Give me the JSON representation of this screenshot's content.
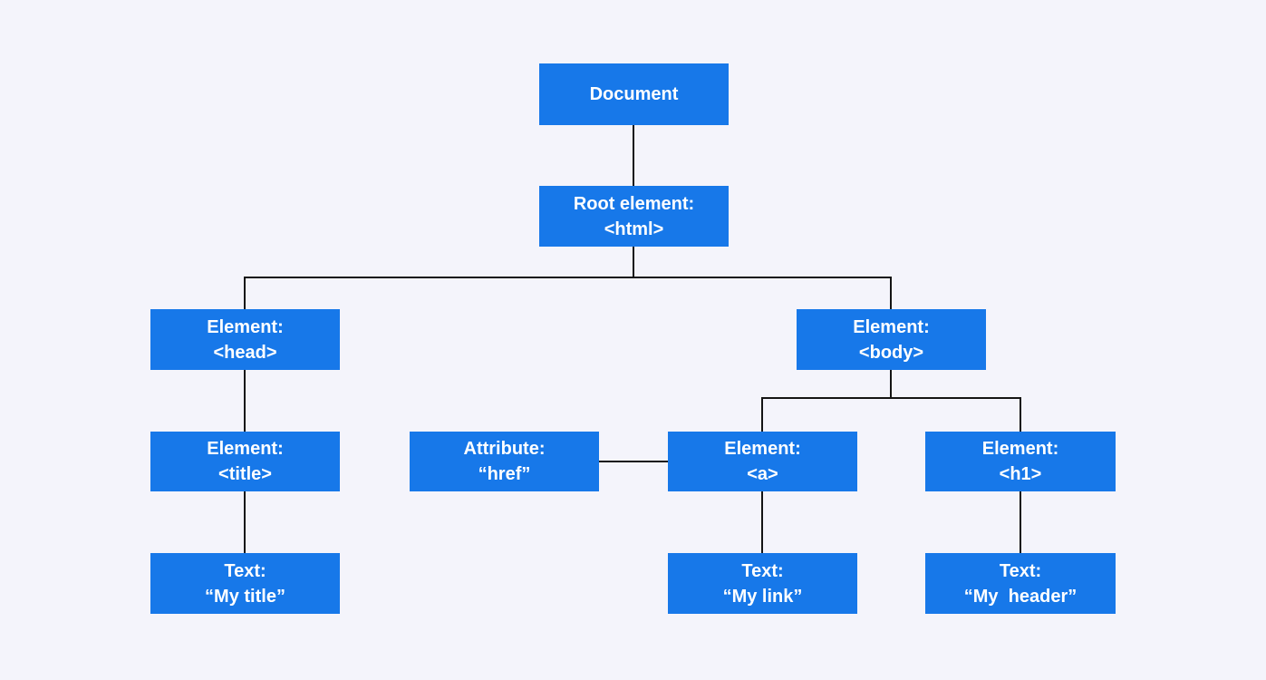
{
  "colors": {
    "background": "#f4f4fb",
    "node": "#1778e9",
    "line": "#141414",
    "text": "#ffffff"
  },
  "nodes": {
    "document": {
      "line1": "Document"
    },
    "html": {
      "line1": "Root element:",
      "line2": "<html>"
    },
    "head": {
      "line1": "Element:",
      "line2": "<head>"
    },
    "body": {
      "line1": "Element:",
      "line2": "<body>"
    },
    "title": {
      "line1": "Element:",
      "line2": "<title>"
    },
    "href": {
      "line1": "Attribute:",
      "line2": "“href”"
    },
    "a": {
      "line1": "Element:",
      "line2": "<a>"
    },
    "h1": {
      "line1": "Element:",
      "line2": "<h1>"
    },
    "text_title": {
      "line1": "Text:",
      "line2": "“My title”"
    },
    "text_link": {
      "line1": "Text:",
      "line2": "“My link”"
    },
    "text_header": {
      "line1": "Text:",
      "line2": "“My  header”"
    }
  }
}
